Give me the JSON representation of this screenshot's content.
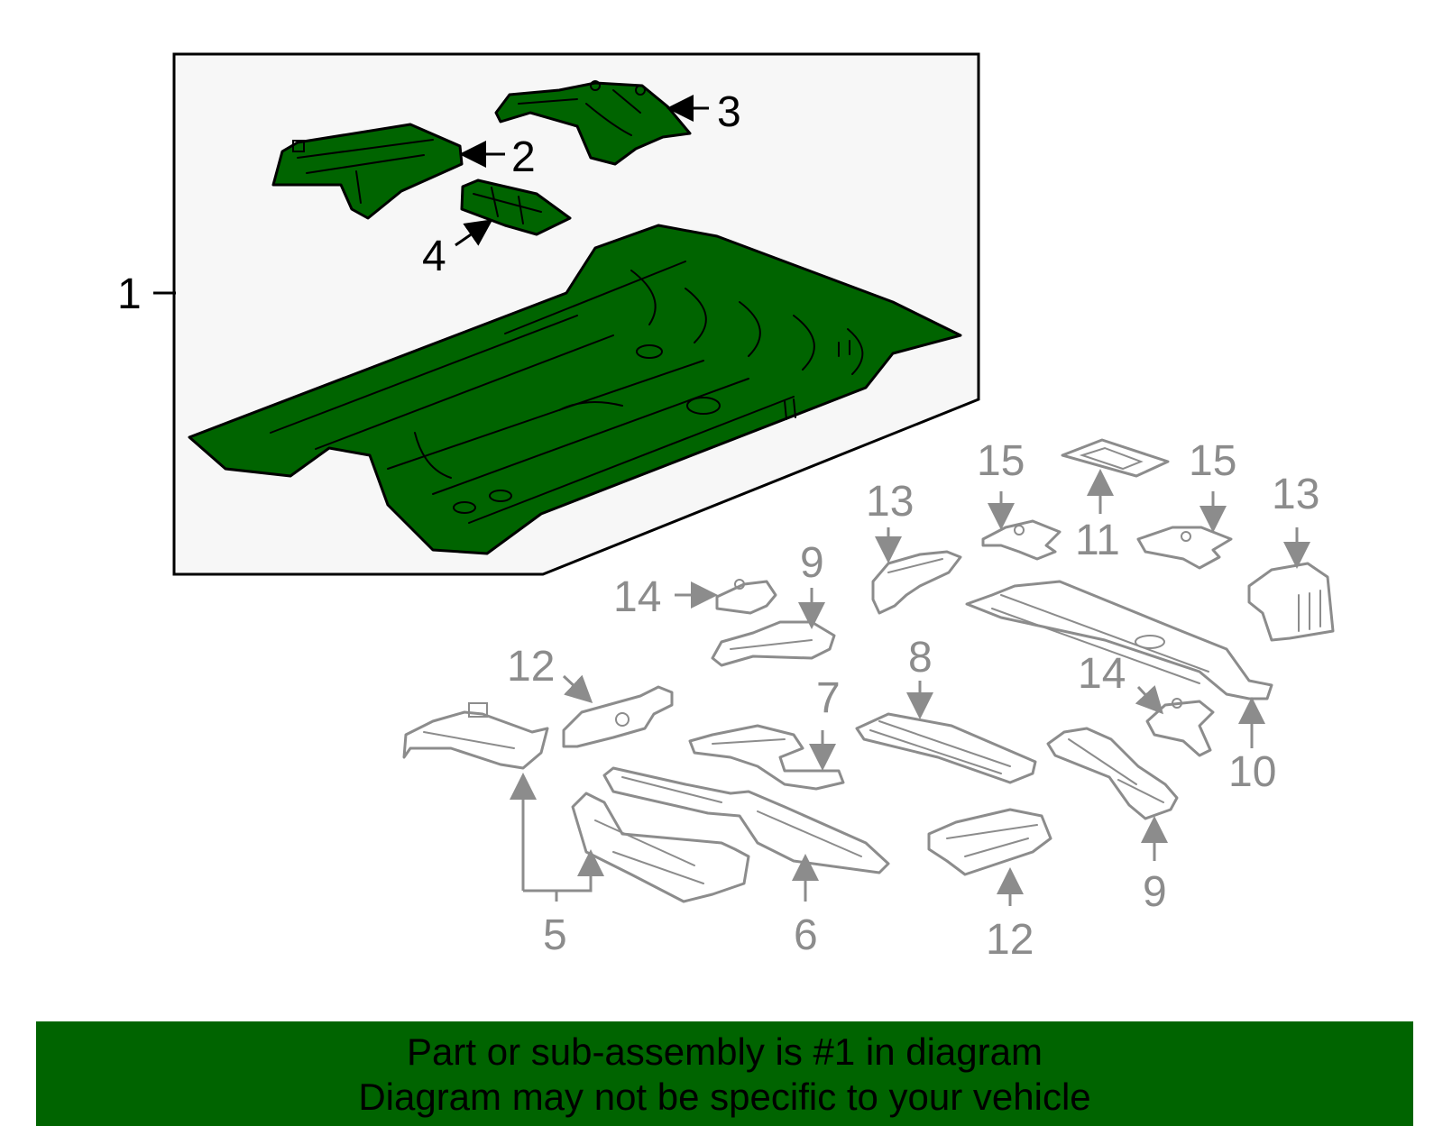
{
  "colors": {
    "highlight_fill": "#006400",
    "inset_background": "#f7f7f7",
    "subpart_stroke": "#8c8c8c",
    "outline": "#000000"
  },
  "callouts": {
    "c1": "1",
    "c2": "2",
    "c3": "3",
    "c4": "4",
    "c5": "5",
    "c6": "6",
    "c7": "7",
    "c8": "8",
    "c9a": "9",
    "c9b": "9",
    "c10": "10",
    "c11": "11",
    "c12a": "12",
    "c12b": "12",
    "c13a": "13",
    "c13b": "13",
    "c14a": "14",
    "c14b": "14",
    "c15a": "15",
    "c15b": "15"
  },
  "banner": {
    "line1": "Part or sub-assembly is #1 in diagram",
    "line2": "Diagram may not be specific to your vehicle"
  }
}
